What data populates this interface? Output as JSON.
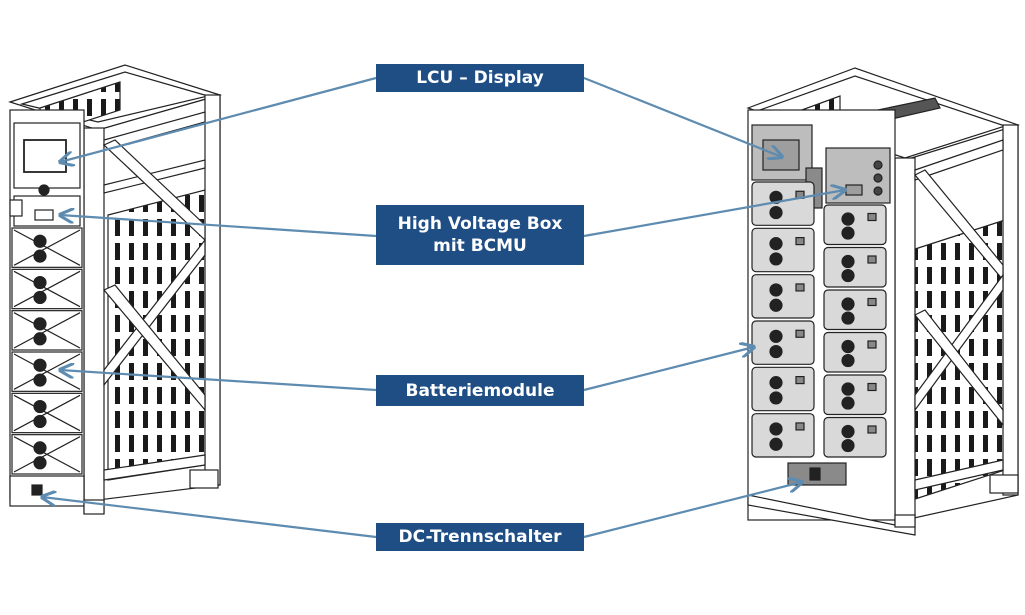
{
  "diagram": {
    "type": "labeled-product-illustration",
    "subject": "Battery storage rack cabinet, front views (left and right)",
    "colors": {
      "label_background": "#1f4e85",
      "label_text": "#ffffff",
      "callout_line": "#5e8bb0",
      "drawing_line": "#222222",
      "module_fill": "#d9d9d9",
      "background": "#ffffff"
    },
    "labels": [
      {
        "id": "lcu",
        "lines": [
          "LCU – Display"
        ]
      },
      {
        "id": "hvb",
        "lines": [
          "High Voltage Box",
          "mit BCMU"
        ]
      },
      {
        "id": "batt",
        "lines": [
          "Batteriemodule"
        ]
      },
      {
        "id": "dc",
        "lines": [
          "DC-Trennschalter"
        ]
      }
    ],
    "cabinets": [
      {
        "name": "left-cabinet",
        "battery_modules": 6,
        "module_columns": 1
      },
      {
        "name": "right-cabinet",
        "battery_modules": 12,
        "module_columns": 2
      }
    ]
  }
}
